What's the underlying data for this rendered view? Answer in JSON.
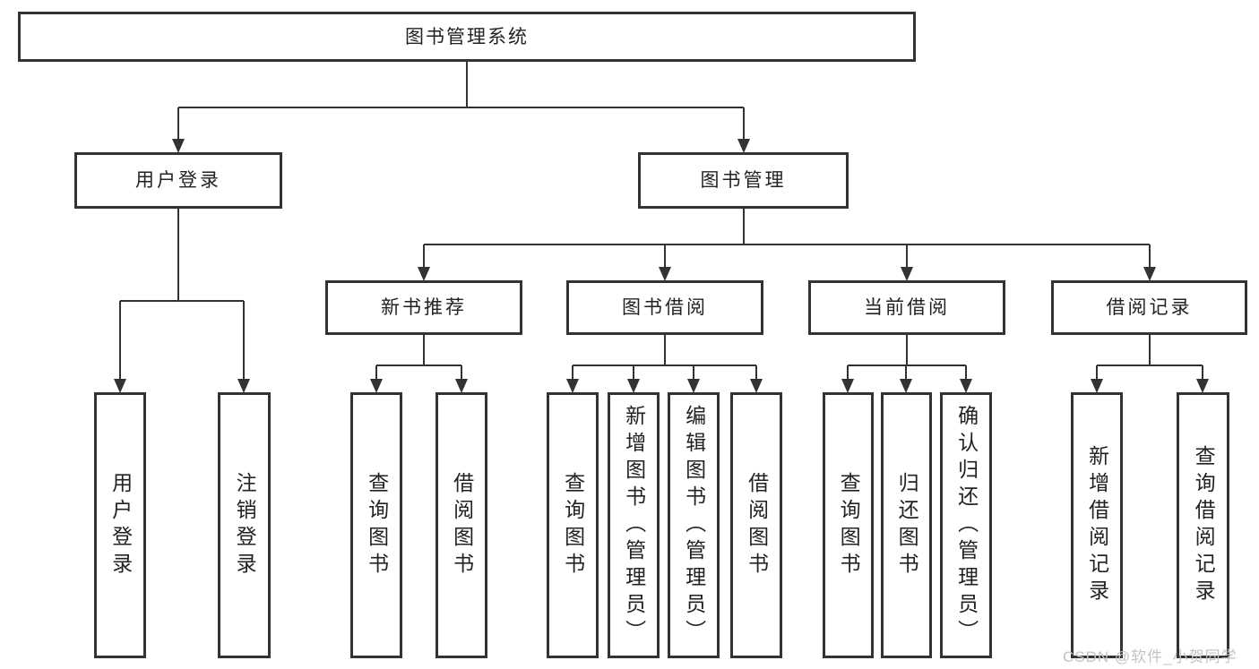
{
  "diagram": {
    "root": "图书管理系统",
    "level2": {
      "user_login": "用户登录",
      "book_management": "图书管理"
    },
    "level3": {
      "new_book_recommend": "新书推荐",
      "book_borrow": "图书借阅",
      "current_borrow": "当前借阅",
      "borrow_record": "借阅记录"
    },
    "leaves": {
      "user_login": [
        "用户登录",
        "注销登录"
      ],
      "new_book_recommend": [
        "查询图书",
        "借阅图书"
      ],
      "book_borrow": [
        "查询图书",
        "新增图书（管理员）",
        "编辑图书（管理员）",
        "借阅图书"
      ],
      "current_borrow": [
        "查询图书",
        "归还图书",
        "确认归还（管理员）"
      ],
      "borrow_record": [
        "新增借阅记录",
        "查询借阅记录"
      ]
    },
    "colors": {
      "line": "#333333",
      "text": "#222222",
      "watermark": "#c4c4c4"
    }
  },
  "watermark": "CSDN @软件_小贺同学"
}
